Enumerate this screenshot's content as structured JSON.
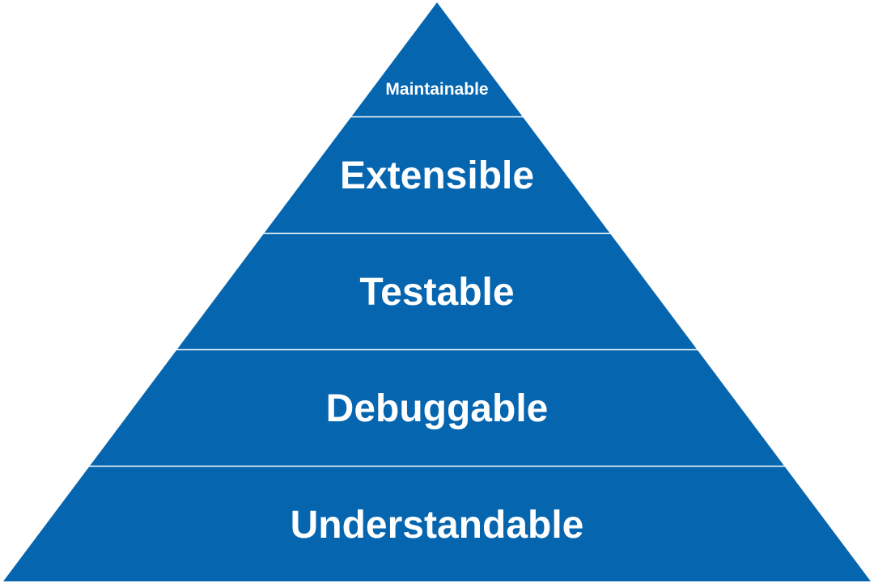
{
  "pyramid": {
    "fill_color": "#0565AF",
    "divider_color": "#ffffff",
    "tiers": [
      {
        "label": "Maintainable"
      },
      {
        "label": "Extensible"
      },
      {
        "label": "Testable"
      },
      {
        "label": "Debuggable"
      },
      {
        "label": "Understandable"
      }
    ]
  }
}
